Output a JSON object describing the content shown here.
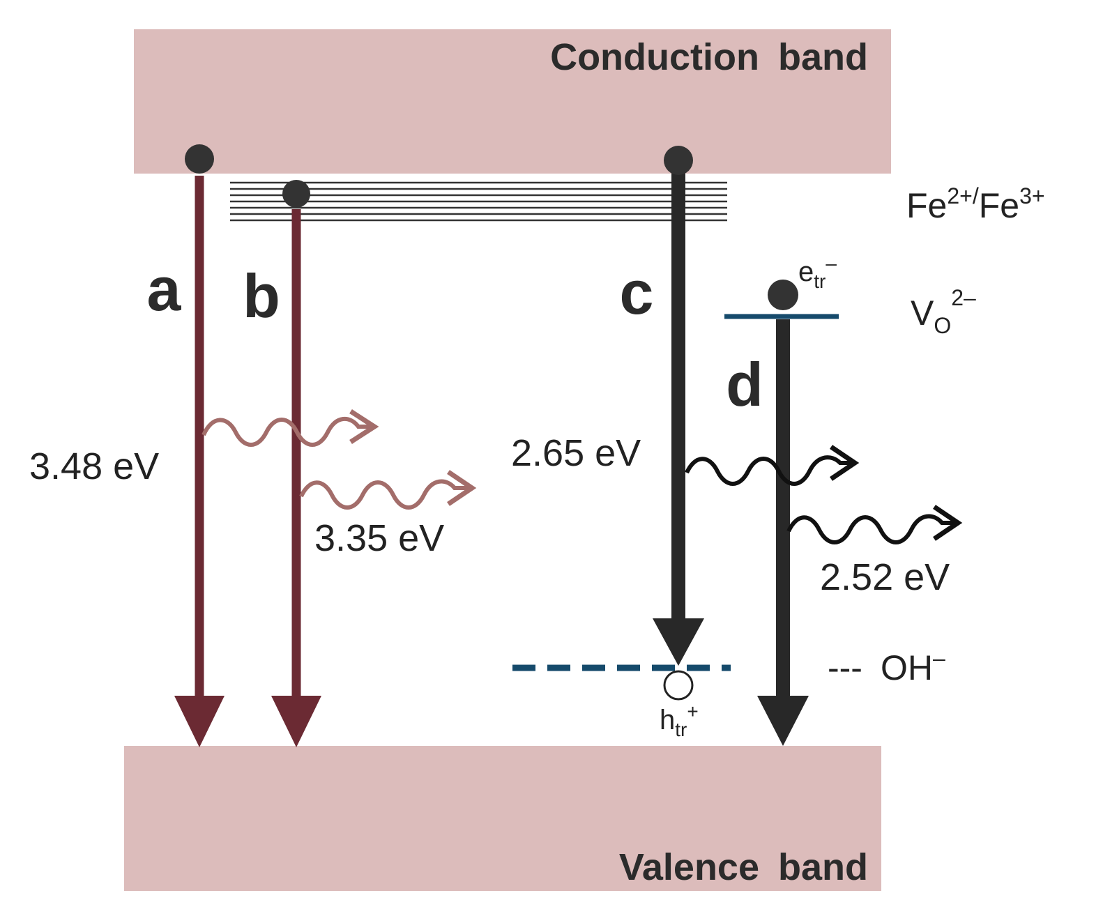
{
  "bands": {
    "conduction": "Conduction band",
    "valence": "Valence band"
  },
  "levels": {
    "fe": {
      "base": "Fe",
      "sup1": "2+/",
      "mid": "Fe",
      "sup2": "3+"
    },
    "vo": {
      "base": "V",
      "sub": "O",
      "sup": "2–"
    },
    "oh": {
      "legend_dash": "---",
      "base": "OH",
      "sup": "–"
    }
  },
  "carriers": {
    "electron": {
      "base": "e",
      "sub": "tr",
      "sup": "–"
    },
    "hole": {
      "base": "h",
      "sub": "tr",
      "sup": "+"
    }
  },
  "transitions": [
    {
      "label": "a",
      "energy": "3.48 eV"
    },
    {
      "label": "b",
      "energy": "3.35 eV"
    },
    {
      "label": "c",
      "energy": "2.65 eV"
    },
    {
      "label": "d",
      "energy": "2.52 eV"
    }
  ],
  "colors": {
    "band_fill": "#dcbcbb",
    "arrow_dark_red": "#6b2a33",
    "arrow_black": "#282828",
    "wave_red": "#a36d6a",
    "level_blue": "#154a6b",
    "trap_lines": "#333333"
  }
}
